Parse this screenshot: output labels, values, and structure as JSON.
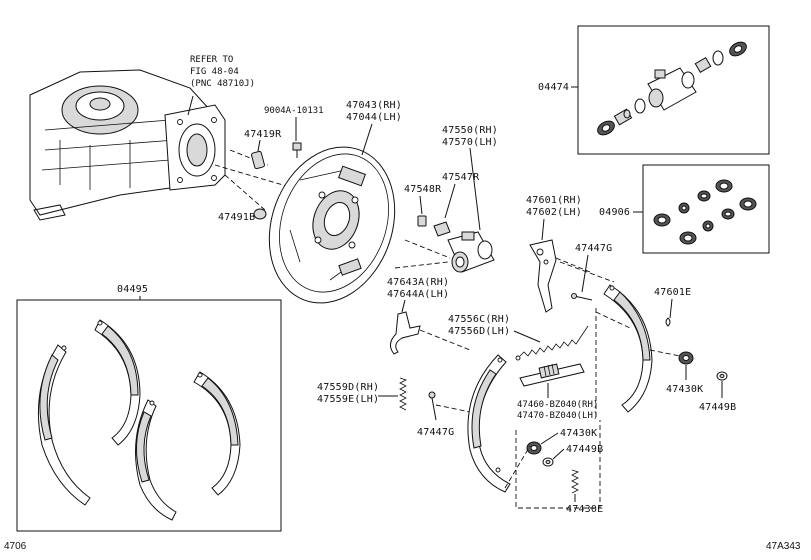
{
  "reference_note": [
    "REFER TO",
    "FIG 48-04",
    "(PNC 48710J)"
  ],
  "parts": {
    "p9004a": [
      "9004A-10131"
    ],
    "p47043": [
      "47043(RH)",
      "47044(LH)"
    ],
    "p47419r": [
      "47419R"
    ],
    "p47491b": [
      "47491B"
    ],
    "p47550": [
      "47550(RH)",
      "47570(LH)"
    ],
    "p47547r": [
      "47547R"
    ],
    "p47548r": [
      "47548R"
    ],
    "p04474": [
      "04474"
    ],
    "p04906": [
      "04906"
    ],
    "p47601": [
      "47601(RH)",
      "47602(LH)"
    ],
    "p47447g_top": [
      "47447G"
    ],
    "p47601e": [
      "47601E"
    ],
    "p04495": [
      "04495"
    ],
    "p47643a": [
      "47643A(RH)",
      "47644A(LH)"
    ],
    "p47556c": [
      "47556C(RH)",
      "47556D(LH)"
    ],
    "p47559d": [
      "47559D(RH)",
      "47559E(LH)"
    ],
    "p47447g_bot": [
      "47447G"
    ],
    "p47460": [
      "47460-BZ040(RH)",
      "47470-BZ040(LH)"
    ],
    "p47430k_r": [
      "47430K"
    ],
    "p47449b_r": [
      "47449B"
    ],
    "p47430k_b": [
      "47430K"
    ],
    "p47449b_b": [
      "47449B"
    ],
    "p47430e": [
      "47430E"
    ]
  },
  "footer": {
    "left": "4706",
    "right": "47A343"
  }
}
